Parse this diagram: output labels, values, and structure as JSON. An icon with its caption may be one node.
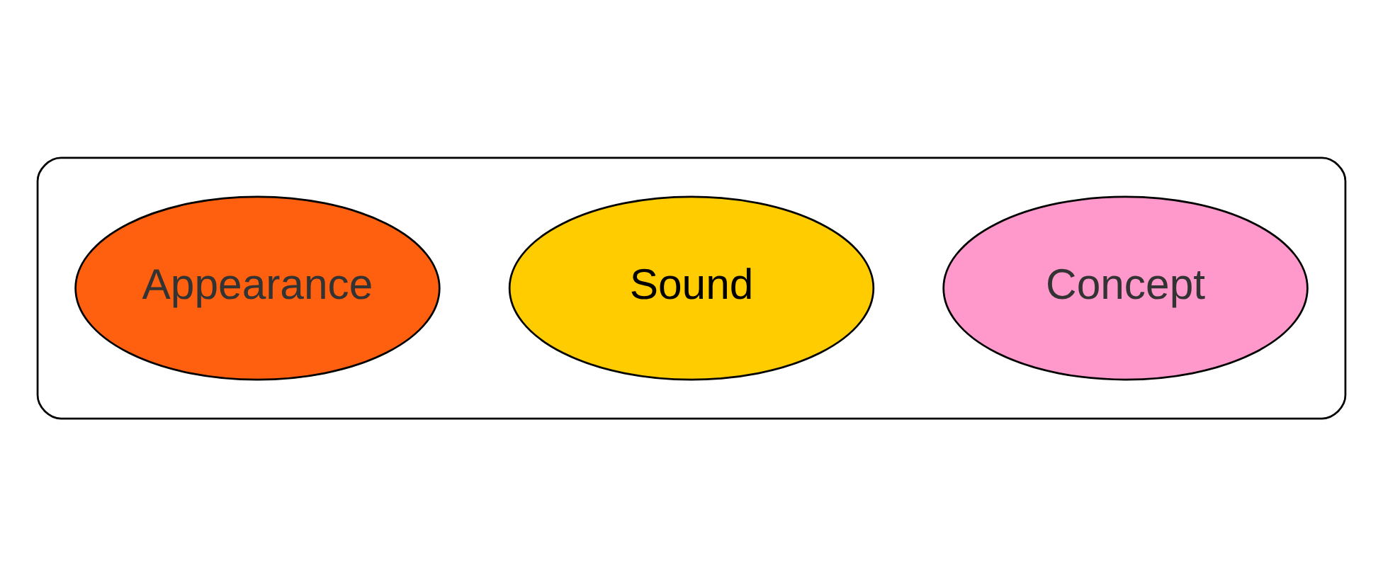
{
  "diagram": {
    "nodes": [
      {
        "text": [],
        "shape": "callout"
      },
      {
        "text": [
          "Appearance"
        ],
        "in": 0
      },
      {
        "text": [
          "Sound"
        ],
        "in": 0
      },
      {
        "text": [
          "Concept"
        ],
        "in": 0
      }
    ],
    "edges": []
  }
}
